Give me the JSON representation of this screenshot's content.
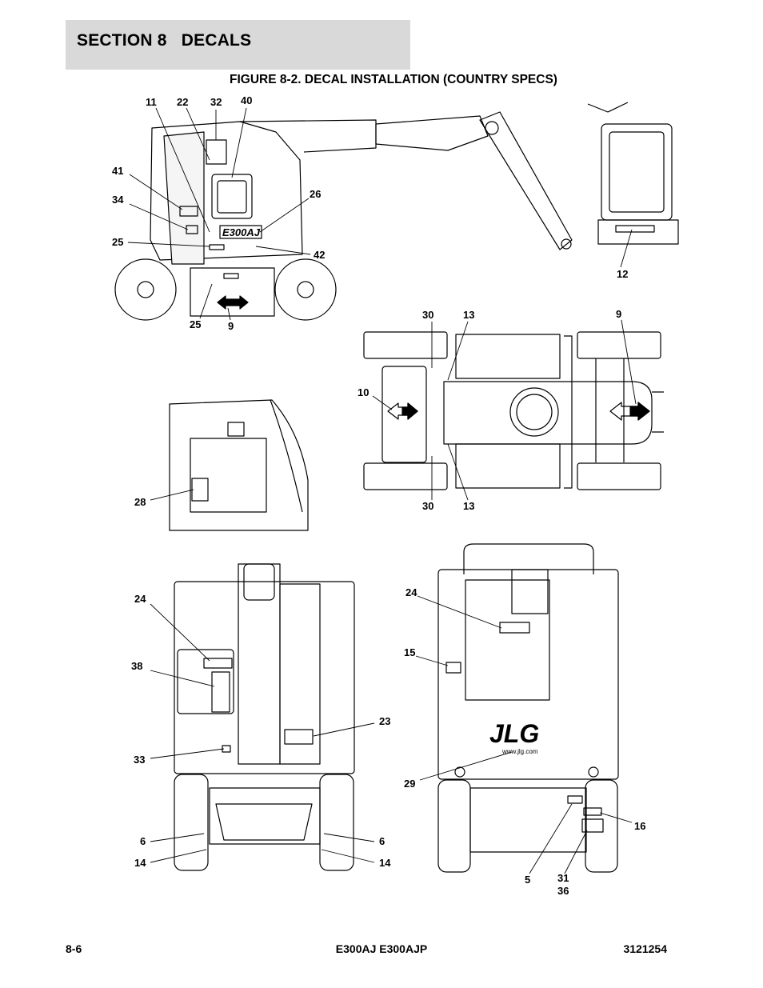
{
  "header": {
    "section_label": "SECTION 8   DECALS"
  },
  "figure": {
    "title": "FIGURE 8-2. DECAL INSTALLATION (COUNTRY SPECS)"
  },
  "decal_text": {
    "model": "E300AJ",
    "brand": "JLG",
    "website": "www.jlg.com"
  },
  "views": {
    "side": {
      "callouts": [
        "11",
        "22",
        "32",
        "40",
        "41",
        "34",
        "26",
        "25",
        "42",
        "25",
        "9",
        "12"
      ]
    },
    "top": {
      "callouts": [
        "30",
        "13",
        "9",
        "10",
        "30",
        "13"
      ]
    },
    "detail": {
      "callouts": [
        "28"
      ]
    },
    "front": {
      "callouts": [
        "24",
        "38",
        "23",
        "33",
        "6",
        "6",
        "14",
        "14"
      ]
    },
    "rear": {
      "callouts": [
        "24",
        "15",
        "29",
        "16",
        "5",
        "31",
        "36"
      ]
    }
  },
  "footer": {
    "page": "8-6",
    "model": "E300AJ E300AJP",
    "doc_number": "3121254"
  }
}
